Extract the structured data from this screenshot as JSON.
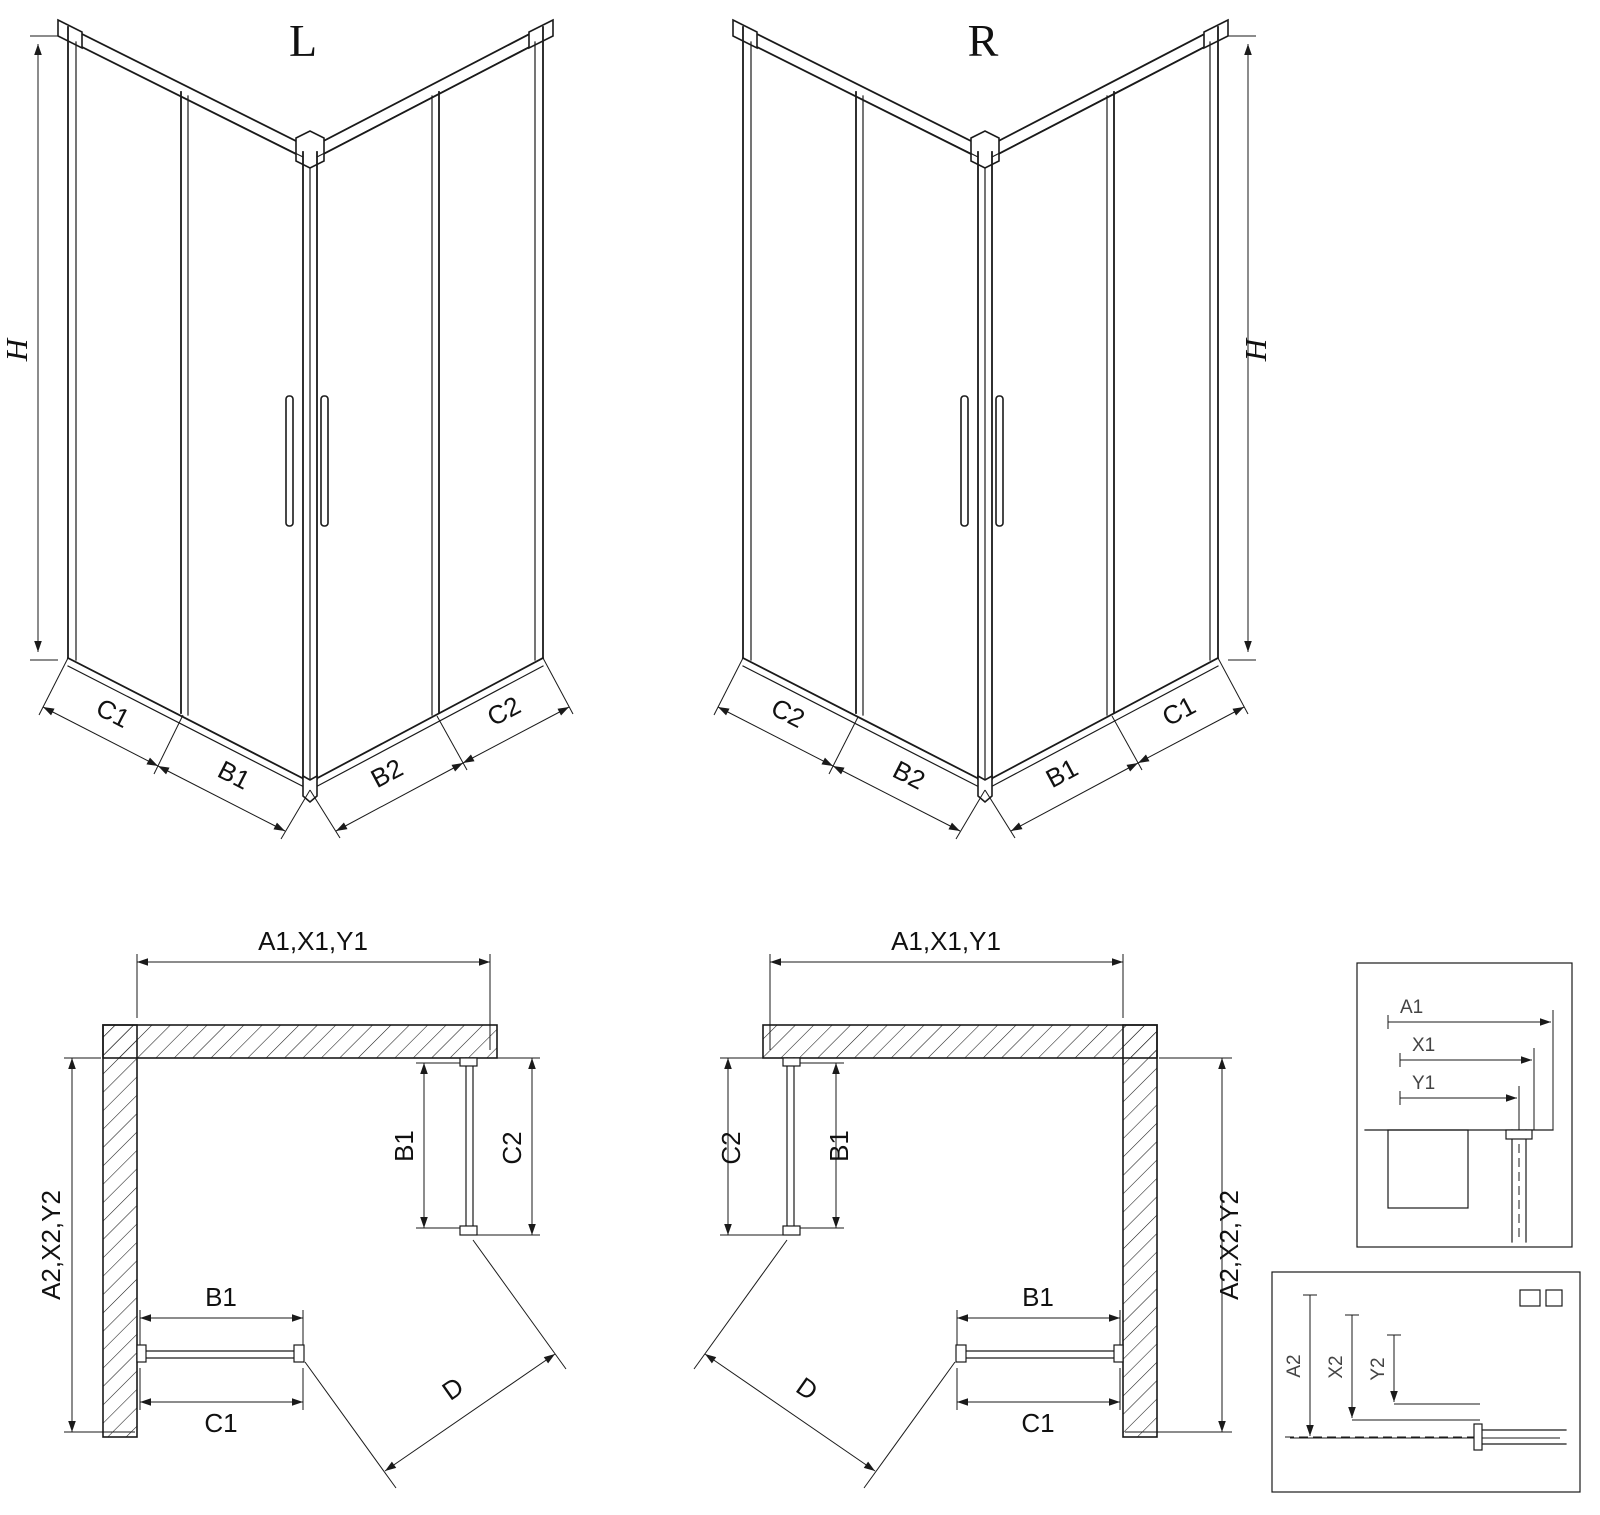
{
  "figure": {
    "iso_left": {
      "variant_label": "L",
      "dim_height": "H",
      "dim_c1": "C1",
      "dim_b1": "B1",
      "dim_b2": "B2",
      "dim_c2": "C2"
    },
    "iso_right": {
      "variant_label": "R",
      "dim_height": "H",
      "dim_c2": "C2",
      "dim_b2": "B2",
      "dim_b1": "B1",
      "dim_c1": "C1"
    },
    "plan_left": {
      "dim_width_top": "A1,X1,Y1",
      "dim_depth_left": "A2,X2,Y2",
      "dim_b1_side": "B1",
      "dim_c2_side": "C2",
      "dim_b1_bottom": "B1",
      "dim_c1_bottom": "C1",
      "dim_diagonal": "D"
    },
    "plan_right": {
      "dim_width_top": "A1,X1,Y1",
      "dim_depth_right": "A2,X2,Y2",
      "dim_c2_side": "C2",
      "dim_b1_side": "B1",
      "dim_b1_bottom": "B1",
      "dim_c1_bottom": "C1",
      "dim_diagonal": "D"
    },
    "detail_width": {
      "a1": "A1",
      "x1": "X1",
      "y1": "Y1"
    },
    "detail_depth": {
      "a2": "A2",
      "x2": "X2",
      "y2": "Y2"
    }
  },
  "colors": {
    "line": "#1a1a1a",
    "background": "#ffffff"
  }
}
